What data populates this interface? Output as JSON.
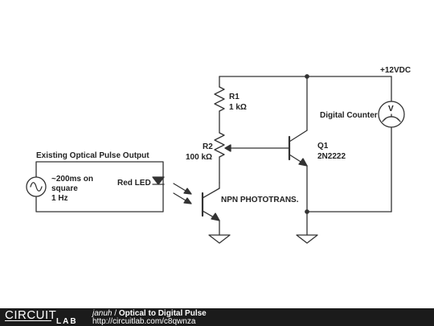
{
  "labels": {
    "supply": "+12VDC",
    "r1_name": "R1",
    "r1_value": "1 kΩ",
    "r2_name": "R2",
    "r2_value": "100 kΩ",
    "q1_name": "Q1",
    "q1_part": "2N2222",
    "meter_label": "Digital Counter",
    "meter_symbol": "V",
    "box_title": "Existing Optical Pulse Output",
    "source_line1": "~200ms on",
    "source_line2": "square",
    "source_line3": "1 Hz",
    "led_label": "Red LED",
    "phototrans_label": "NPN PHOTOTRANS."
  },
  "footer": {
    "logo_top": "CIRCUIT",
    "logo_bottom": "LAB",
    "author": "januh",
    "separator": " / ",
    "title": "Optical to Digital Pulse",
    "url": "http://circuitlab.com/c8qwnza"
  },
  "colors": {
    "wire": "#333333",
    "footer_bg": "#1b1b1b"
  }
}
